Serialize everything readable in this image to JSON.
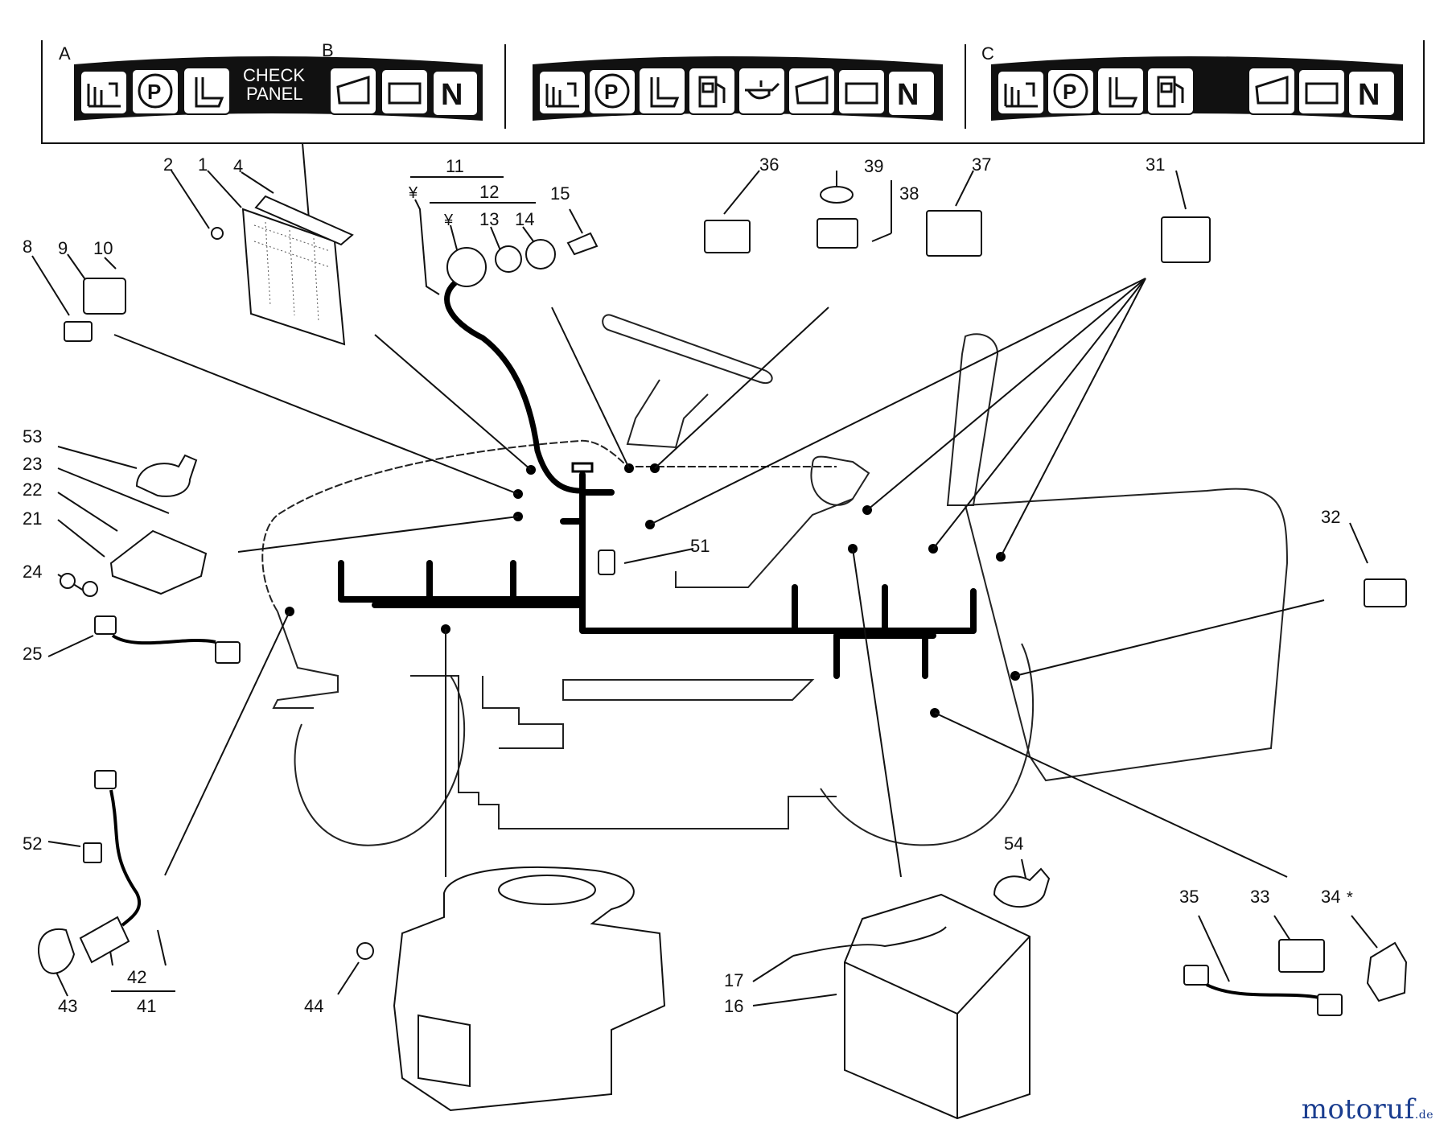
{
  "panels": {
    "a_letter": "A",
    "b_letter": "B",
    "c_letter": "C",
    "check_line1": "CHECK",
    "check_line2": "PANEL",
    "icons_a": [
      "seat-lift-icon",
      "parking-brake-icon",
      "seat-icon",
      "check-panel-text",
      "grass-bag-icon",
      "battery-icon",
      "neutral-icon"
    ],
    "icons_b": [
      "seat-lift-icon",
      "parking-brake-icon",
      "seat-icon",
      "fuel-icon",
      "oil-can-icon",
      "grass-bag-icon",
      "battery-icon",
      "neutral-icon"
    ],
    "icons_c": [
      "seat-lift-icon",
      "parking-brake-icon",
      "seat-icon",
      "fuel-icon",
      "grass-bag-icon",
      "battery-icon",
      "neutral-icon"
    ],
    "neutral_letter": "N",
    "parking_letter": "P",
    "seat_letter": "L"
  },
  "callouts": {
    "n1": "1",
    "n2": "2",
    "n4": "4",
    "n8": "8",
    "n9": "9",
    "n10": "10",
    "n11": "11",
    "n12": "12",
    "n13": "13",
    "n14": "14",
    "n15": "15",
    "yen1": "¥",
    "yen2": "¥",
    "n16": "16",
    "n17": "17",
    "n21": "21",
    "n22": "22",
    "n23": "23",
    "n24": "24",
    "n25": "25",
    "n31": "31",
    "n32": "32",
    "n33": "33",
    "n34": "34",
    "star": "*",
    "n35": "35",
    "n36": "36",
    "n37": "37",
    "n38": "38",
    "n39": "39",
    "n41": "41",
    "n42": "42",
    "n43": "43",
    "n44": "44",
    "n51": "51",
    "n52": "52",
    "n53": "53",
    "n54": "54"
  },
  "watermark": {
    "main": "motoruf",
    "tld": ".de"
  }
}
